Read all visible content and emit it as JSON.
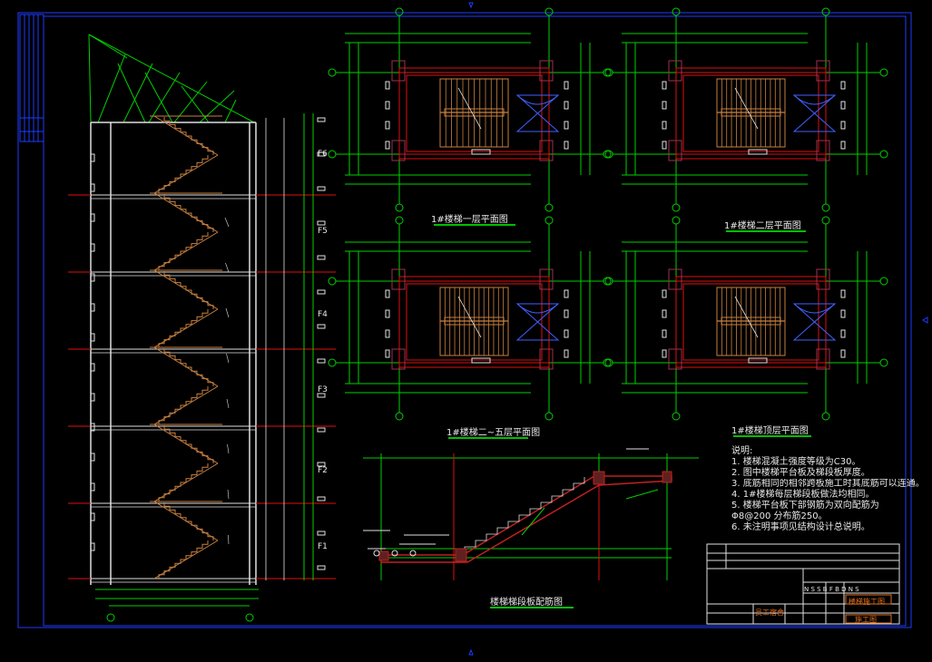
{
  "drawing": {
    "plan_captions": [
      "1#楼梯一层平面图",
      "1#楼梯二层平面图",
      "1#楼梯二~五层平面图",
      "1#楼梯顶层平面图"
    ],
    "section_caption": "楼梯梯段板配筋图",
    "floor_labels": [
      "F6",
      "F5",
      "F4",
      "F3",
      "F2",
      "F1"
    ],
    "notes_title": "说明:",
    "notes": [
      "1. 楼梯混凝土强度等级为C30。",
      "2. 图中楼梯平台板及梯段板厚度。",
      "3. 底筋相同的相邻跨板施工时其底筋可以连通。",
      "4. 1#楼梯每层梯段板做法均相同。",
      "5. 楼梯平台板下部钢筋为双向配筋为",
      "   Φ8@200  分布筋250。",
      "6. 未注明事项见结构设计总说明。"
    ],
    "title_block": {
      "project": "员工宿舍",
      "drawing_name": "楼梯施工图",
      "stage": "施工图",
      "codes": "N S S B  F B  D N S"
    },
    "colors": {
      "background": "#000000",
      "frame": "#1e3cff",
      "dim_green": "#00d000",
      "wall_white": "#e0e0e0",
      "axis_red": "#e01010",
      "stair_orange": "#c88040",
      "door_blue": "#4060ff",
      "beam_red": "#c02020"
    }
  }
}
